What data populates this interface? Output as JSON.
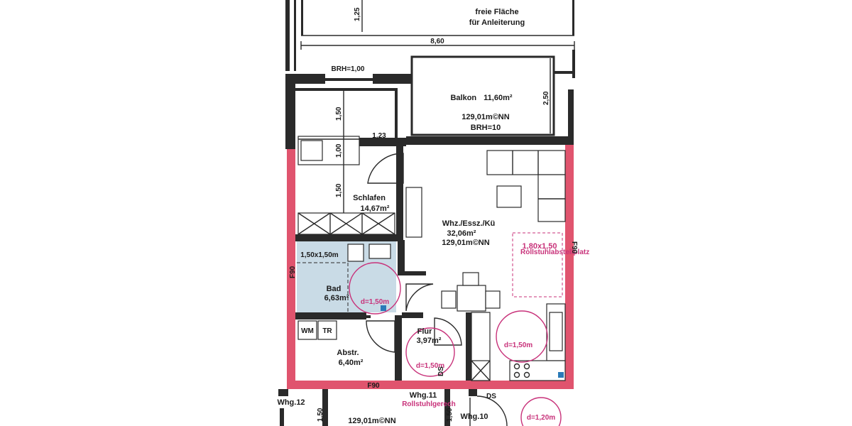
{
  "rooms": {
    "free_area": {
      "line1": "freie Fläche",
      "line2": "für Anleiterung"
    },
    "balcony": {
      "name": "Balkon",
      "area": "11,60m²",
      "level": "129,01m©NN",
      "brh": "BRH=10"
    },
    "bedroom": {
      "name": "Schlafen",
      "area": "14,67m²"
    },
    "living": {
      "name": "Whz./Essz./Kü",
      "area": "32,06m²",
      "level": "129,01m©NN"
    },
    "bath": {
      "name": "Bad",
      "area": "6,63m²",
      "shower": "1,50x1,50m"
    },
    "storage": {
      "name": "Abstr.",
      "area": "6,40m²",
      "wm": "WM",
      "tr": "TR"
    },
    "hall": {
      "name": "Flur",
      "area": "3,97m²"
    },
    "unit11": {
      "name": "Whg.11",
      "note": "Rollstuhlgerech"
    },
    "unit10": {
      "name": "Whg.10"
    },
    "unit12": {
      "name": "Whg.12"
    },
    "below_level": "129,01m©NN"
  },
  "dimensions": {
    "top_width": "8,60",
    "top_height": "1,25",
    "window_brh": "BRH=1,00",
    "balcony_depth": "2,50",
    "bed_top": "1,50",
    "bed_mid": "1,00",
    "bed_low": "1,50",
    "bed_width": "1,23"
  },
  "accessibility": {
    "wheelchair_area": "1,80x1,50",
    "wheelchair_label": "Rollstuhlabstellplatz",
    "turn_bath": "d=1,50m",
    "turn_kitchen": "d=1,50m",
    "turn_hall": "d=1,50m",
    "turn_unit10": "d=1,20m"
  },
  "fire": {
    "left": "F90",
    "right": "F90",
    "bottom": "F90"
  },
  "markers": {
    "ds1": "DS",
    "ds2": "DS",
    "dim_small_1": "1,50",
    "dim_small_2": "1,50"
  },
  "colors": {
    "fire_wall": "#e0546e",
    "accessibility": "#c8327a",
    "bath_fill": "#c9dbe6"
  }
}
